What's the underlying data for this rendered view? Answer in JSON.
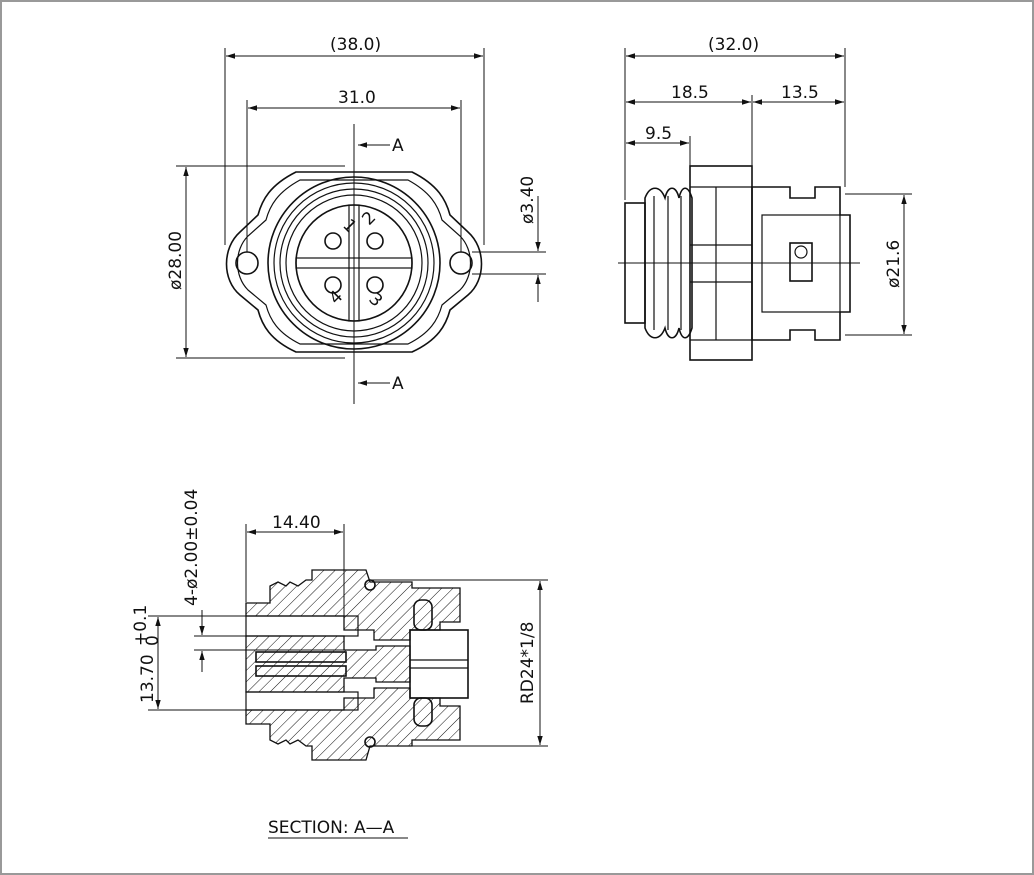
{
  "front_view": {
    "dim_overall_width": "(38.0)",
    "dim_hole_spacing": "31.0",
    "dim_diameter": "ø28.00",
    "dim_hole_diameter": "ø3.40",
    "section_marker_top": "A",
    "section_marker_bottom": "A",
    "pin_labels": [
      "1",
      "2",
      "3",
      "4"
    ]
  },
  "side_view": {
    "dim_overall_length": "(32.0)",
    "dim_front_part": "18.5",
    "dim_rear_part": "13.5",
    "dim_thread": "9.5",
    "dim_rear_diameter": "ø21.6"
  },
  "section_view": {
    "dim_depth": "14.40",
    "dim_pin_diameter": "4-ø2.00±0.04",
    "dim_pitch": "13.70",
    "dim_pitch_tolerance_upper": "+0.1",
    "dim_pitch_tolerance_lower": "0",
    "dim_thread_spec": "RD24*1/8",
    "caption": "SECTION: A—A"
  }
}
